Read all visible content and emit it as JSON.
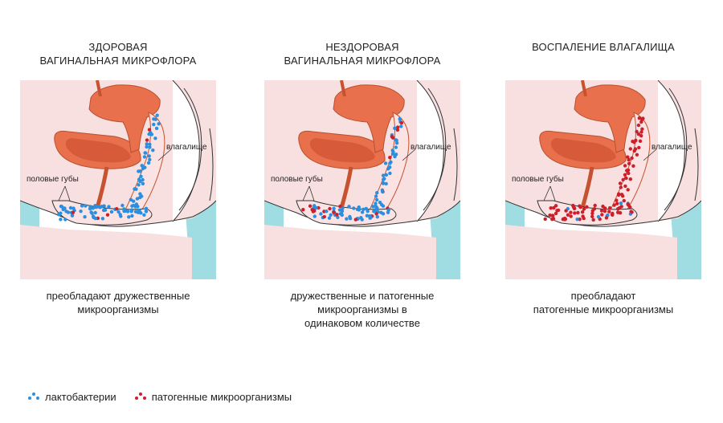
{
  "panels": [
    {
      "title": "ЗДОРОВАЯ\nВАГИНАЛЬНАЯ МИКРОФЛОРА",
      "caption": "преобладают дружественные\nмикроорганизмы",
      "label_vagina": "влагалище",
      "label_labia": "половые губы",
      "pathogen_ratio": 0.04
    },
    {
      "title": "НЕЗДОРОВАЯ\nВАГИНАЛЬНАЯ МИКРОФЛОРА",
      "caption": "дружественные и патогенные\nмикроорганизмы в\nодинаковом количестве",
      "label_vagina": "влагалище",
      "label_labia": "половые губы",
      "pathogen_ratio": 0.3
    },
    {
      "title": "ВОСПАЛЕНИЕ ВЛАГАЛИЩА",
      "caption": "преобладают\nпатогенные микроорганизмы",
      "label_vagina": "влагалище",
      "label_labia": "половые губы",
      "pathogen_ratio": 0.97
    }
  ],
  "legend": {
    "lacto_label": "лактобактерии",
    "pathogen_label": "патогенные микроорганизмы"
  },
  "colors": {
    "lactobacteria": "#2b8fe0",
    "pathogens": "#cc1f2a",
    "uterus": "#e8704c",
    "tissue": "#fbe3e3",
    "background_tissue": "#f8e0e0",
    "leg": "#9fdde3",
    "outline": "#333333"
  }
}
